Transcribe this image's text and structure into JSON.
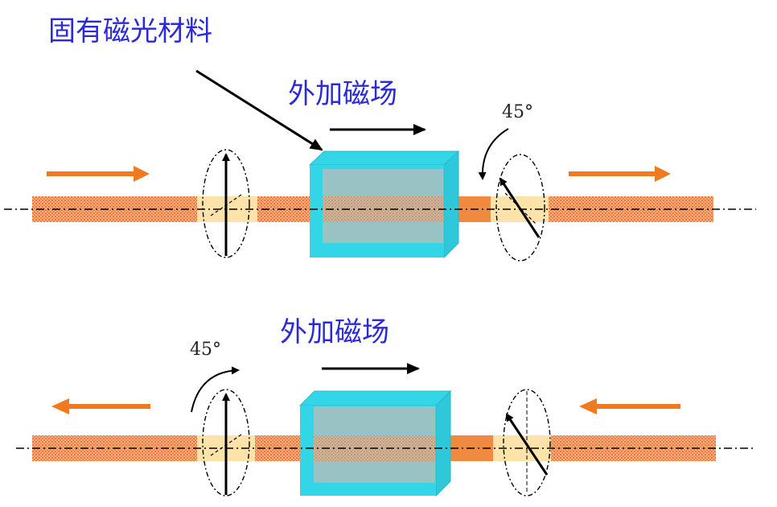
{
  "labels": {
    "material": "固有磁光材料",
    "field_top": "外加磁场",
    "field_bottom": "外加磁场",
    "angle_top": "45°",
    "angle_bottom": "45°"
  },
  "colors": {
    "label_text": "#2b2bd6",
    "beam": "#f4a86a",
    "beam_dots": "#e04b1e",
    "polarizer_zone": "#fce3a8",
    "propagation_arrow": "#f07a20",
    "crystal_face": "#99c1c4",
    "crystal_edge": "#33d6e6",
    "field_arrow": "#000000"
  }
}
